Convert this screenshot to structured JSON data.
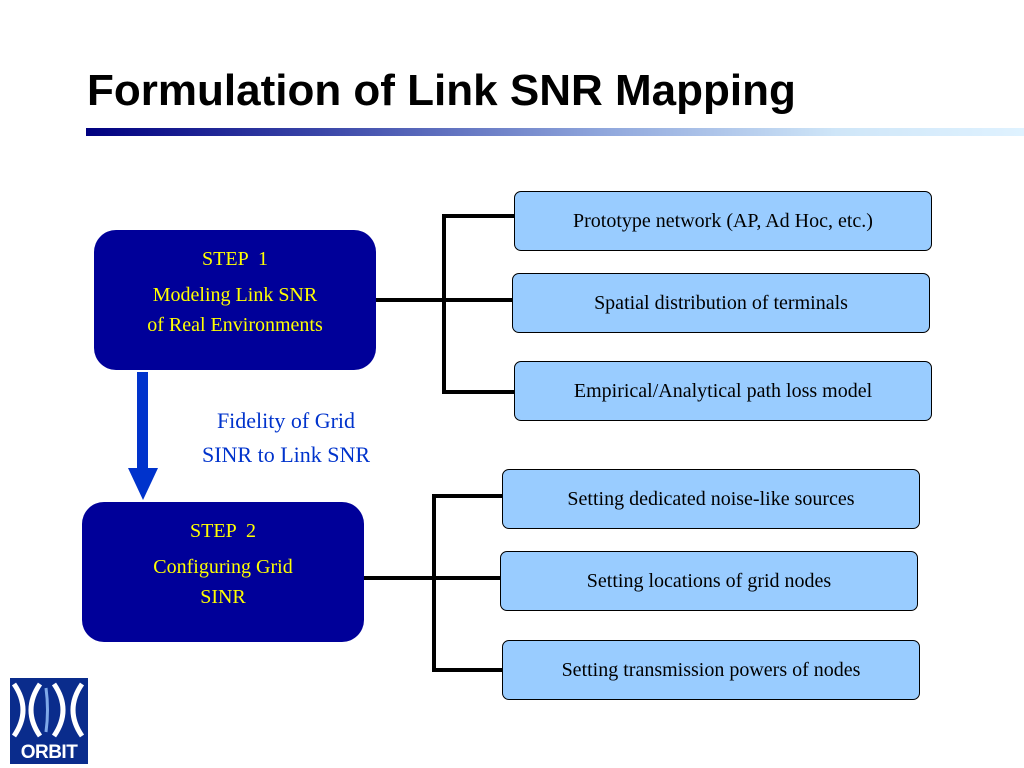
{
  "title": "Formulation of Link SNR Mapping",
  "step1": {
    "label": "STEP  1",
    "lines": [
      "Modeling Link SNR",
      "of Real Environments"
    ]
  },
  "step2": {
    "label": "STEP  2",
    "lines": [
      "Configuring Grid",
      "SINR"
    ]
  },
  "transition": {
    "lines": [
      "Fidelity of Grid",
      "SINR to Link SNR"
    ]
  },
  "step1_items": [
    "Prototype network (AP, Ad Hoc, etc.)",
    "Spatial distribution of terminals",
    "Empirical/Analytical path loss model"
  ],
  "step2_items": [
    "Setting dedicated noise-like sources",
    "Setting locations of grid nodes",
    "Setting transmission powers of nodes"
  ],
  "logo": {
    "text": "ORBIT"
  },
  "colors": {
    "step_box": "#000099",
    "step_text": "#ffff00",
    "item_box": "#99ccff",
    "arrow": "#0033cc",
    "fidelity_text": "#0033cc"
  }
}
